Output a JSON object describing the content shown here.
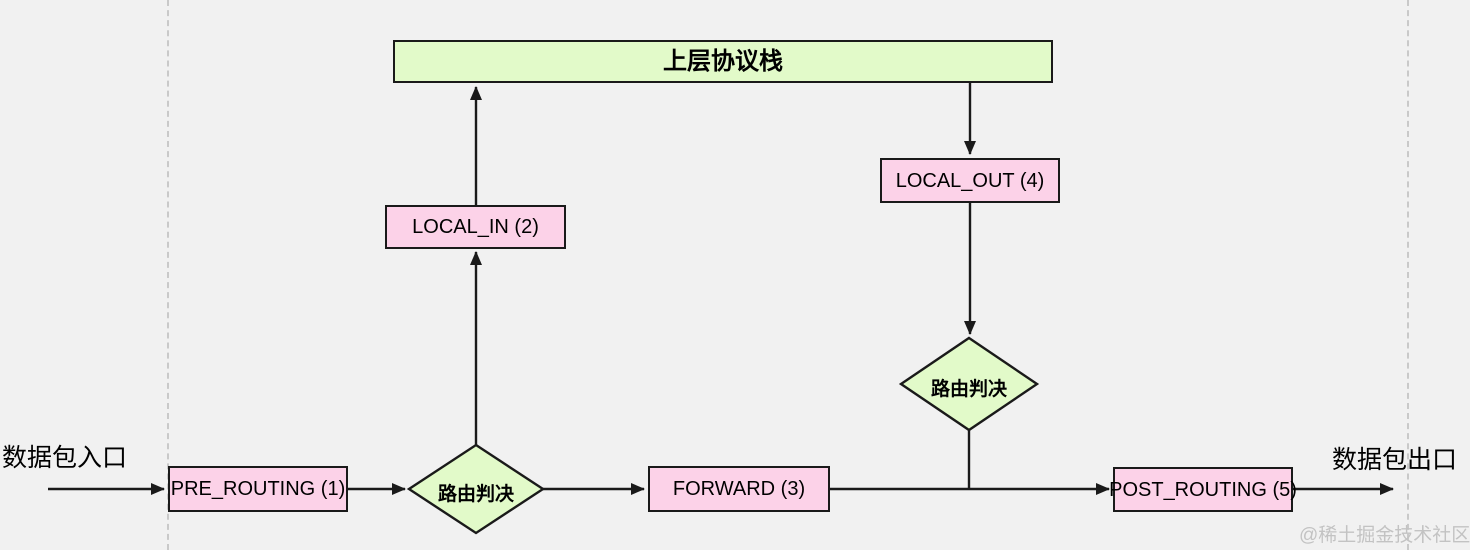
{
  "colors": {
    "page_bg": "#f1f1f1",
    "node_green": "#e2fac9",
    "node_pink": "#fcd2e8",
    "stroke": "#1a1a1a",
    "dashed": "#c9c9c9",
    "watermark": "#c3c3c3",
    "text": "#000000"
  },
  "stack": {
    "label": "上层协议栈"
  },
  "hooks": {
    "local_in": "LOCAL_IN (2)",
    "local_out": "LOCAL_OUT (4)",
    "pre_routing": "PRE_ROUTING (1)",
    "forward": "FORWARD (3)",
    "post_routing": "POST_ROUTING (5)"
  },
  "decisions": {
    "bottom": "路由判决",
    "right": "路由判决"
  },
  "flow_labels": {
    "entry": "数据包入口",
    "exit": "数据包出口"
  },
  "watermark": "@稀土掘金技术社区"
}
